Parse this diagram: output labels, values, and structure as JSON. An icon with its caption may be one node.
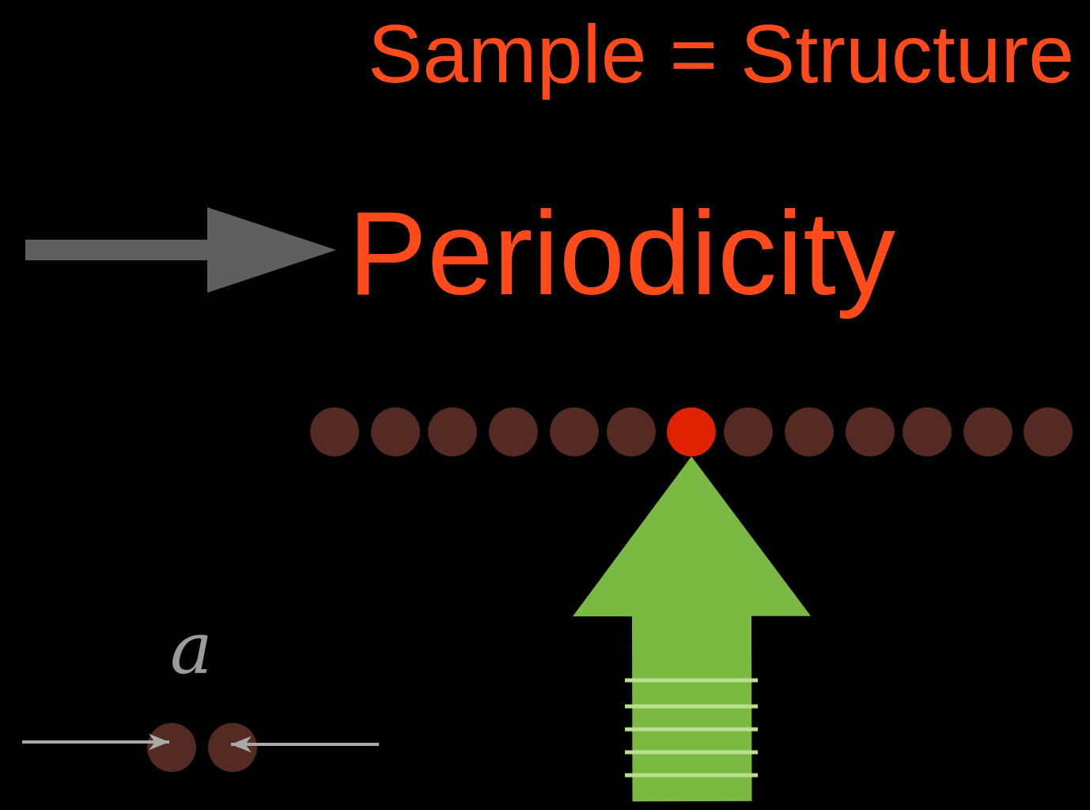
{
  "diagram": {
    "title": "Sample = Structure",
    "nodes": [
      {
        "text": [
          "Periodicity"
        ]
      },
      {
        "text": [],
        "shape": "circle"
      },
      {
        "text": [],
        "shape": "circle"
      },
      {
        "text": [],
        "shape": "circle"
      },
      {
        "text": [],
        "shape": "circle"
      },
      {
        "text": [],
        "shape": "circle"
      },
      {
        "text": [],
        "shape": "circle"
      },
      {
        "text": [],
        "shape": "circle"
      },
      {
        "text": [],
        "shape": "circle"
      },
      {
        "text": [],
        "shape": "circle"
      },
      {
        "text": [],
        "shape": "circle"
      },
      {
        "text": [],
        "shape": "circle"
      },
      {
        "text": [],
        "shape": "circle"
      },
      {
        "text": [],
        "shape": "circle"
      },
      {
        "text": [],
        "shape": "circle"
      },
      {
        "text": [],
        "shape": "circle"
      }
    ],
    "edges": [
      {
        "from": null,
        "to": 0,
        "arrow": "to",
        "color": "#5f5f5f"
      },
      {
        "from": null,
        "to": 7,
        "arrow": "to",
        "color": "#7aba42"
      }
    ],
    "labels": [
      "a"
    ]
  }
}
